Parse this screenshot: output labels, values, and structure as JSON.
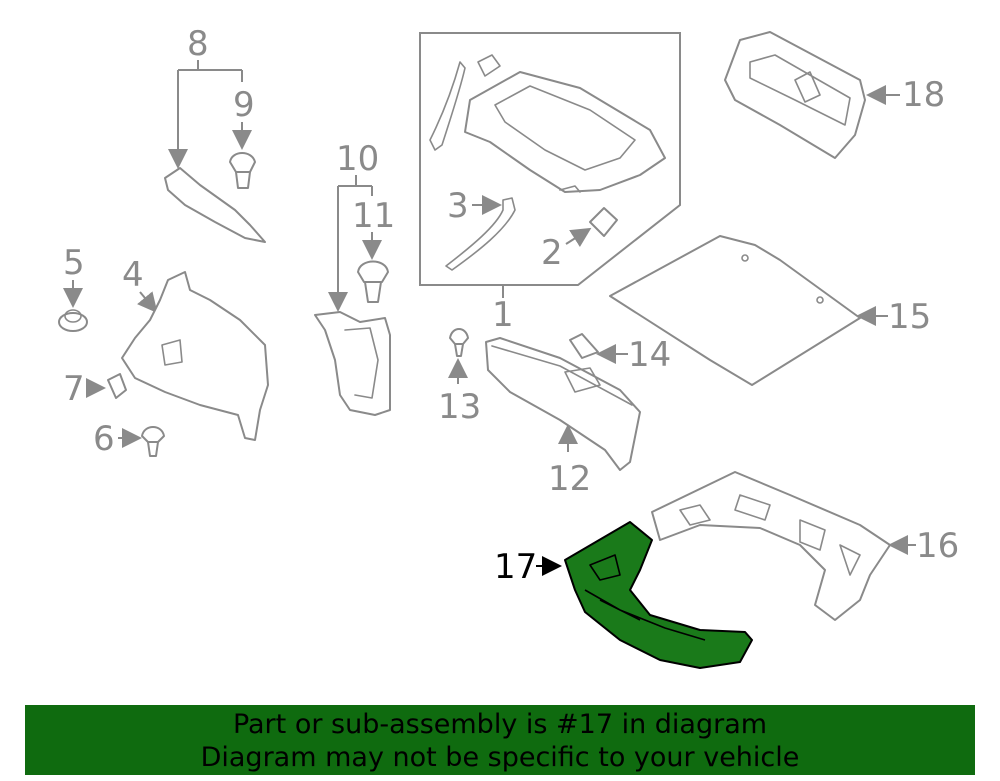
{
  "callouts": {
    "c1": "1",
    "c2": "2",
    "c3": "3",
    "c4": "4",
    "c5": "5",
    "c6": "6",
    "c7": "7",
    "c8": "8",
    "c9": "9",
    "c10": "10",
    "c11": "11",
    "c12": "12",
    "c13": "13",
    "c14": "14",
    "c15": "15",
    "c16": "16",
    "c17": "17",
    "c18": "18"
  },
  "highlight": {
    "part": "17",
    "color": "#1a7a1a"
  },
  "banner": {
    "line1": "Part or sub-assembly is #17 in diagram",
    "line2": "Diagram may not be specific to your vehicle",
    "background": "#0f6b0f"
  }
}
